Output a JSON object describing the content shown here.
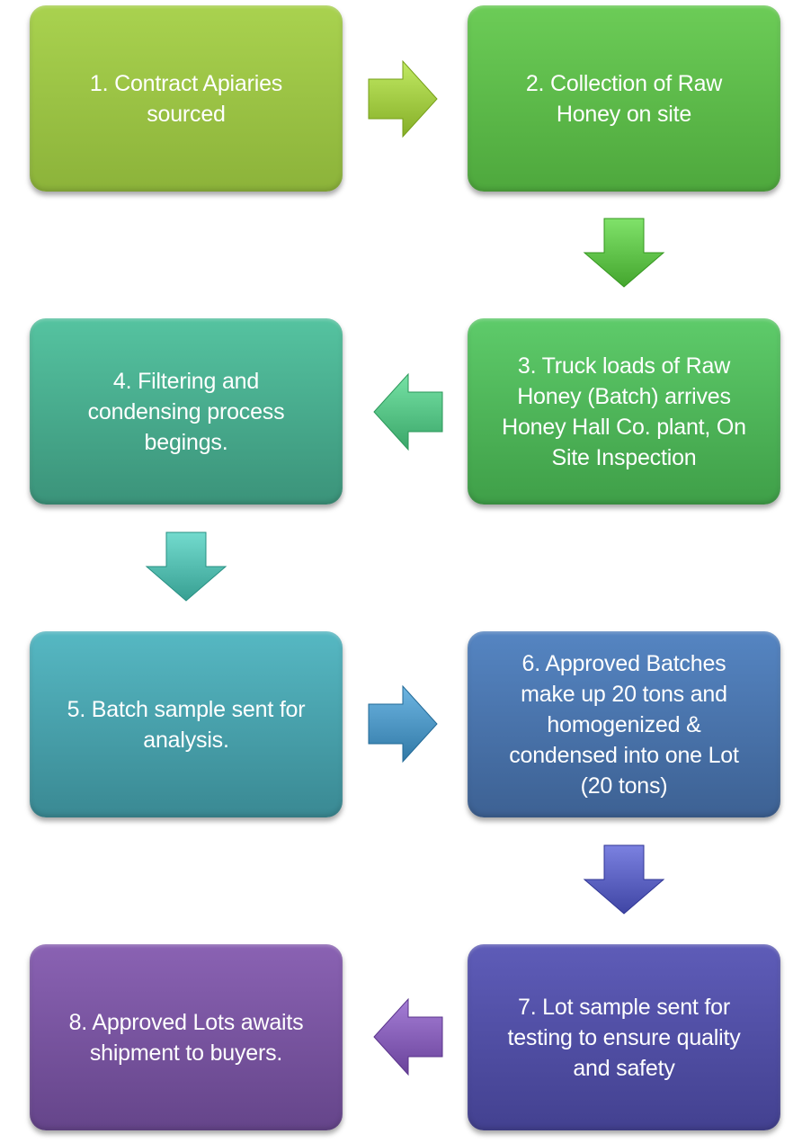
{
  "diagram": {
    "type": "process-flow",
    "steps": [
      {
        "id": 1,
        "label": "1. Contract Apiaries\nsourced",
        "color_top": "#a9d24f",
        "color_bottom": "#8cb33a"
      },
      {
        "id": 2,
        "label": "2. Collection of Raw\nHoney on site",
        "color_top": "#6ccc57",
        "color_bottom": "#4ea83d"
      },
      {
        "id": 3,
        "label": "3. Truck loads of Raw\nHoney  (Batch) arrives\nHoney Hall Co. plant, On\nSite Inspection",
        "color_top": "#5ecb6a",
        "color_bottom": "#3f9f48"
      },
      {
        "id": 4,
        "label": "4. Filtering and\ncondensing process\nbegings.",
        "color_top": "#55c3a0",
        "color_bottom": "#3b937a"
      },
      {
        "id": 5,
        "label": "5. Batch sample sent for\nanalysis.",
        "color_top": "#56b8c3",
        "color_bottom": "#3a8993"
      },
      {
        "id": 6,
        "label": "6. Approved Batches\nmake up 20 tons and\nhomogenized &\ncondensed into one Lot\n(20 tons)",
        "color_top": "#5585c2",
        "color_bottom": "#3d6193"
      },
      {
        "id": 7,
        "label": "7. Lot sample sent for\ntesting to ensure quality\nand safety",
        "color_top": "#5e5cb8",
        "color_bottom": "#434190"
      },
      {
        "id": 8,
        "label": "8. Approved Lots awaits\nshipment to buyers.",
        "color_top": "#8a62b3",
        "color_bottom": "#65458a"
      }
    ],
    "connectors": [
      {
        "from": 1,
        "to": 2,
        "direction": "right",
        "color": "#a3cc45"
      },
      {
        "from": 2,
        "to": 3,
        "direction": "down",
        "color": "#62c44c"
      },
      {
        "from": 3,
        "to": 4,
        "direction": "left",
        "color": "#58c487"
      },
      {
        "from": 4,
        "to": 5,
        "direction": "down",
        "color": "#55bdb0"
      },
      {
        "from": 5,
        "to": 6,
        "direction": "right",
        "color": "#4f97c4"
      },
      {
        "from": 6,
        "to": 7,
        "direction": "down",
        "color": "#5d63c2"
      },
      {
        "from": 7,
        "to": 8,
        "direction": "left",
        "color": "#8760b8"
      }
    ]
  }
}
